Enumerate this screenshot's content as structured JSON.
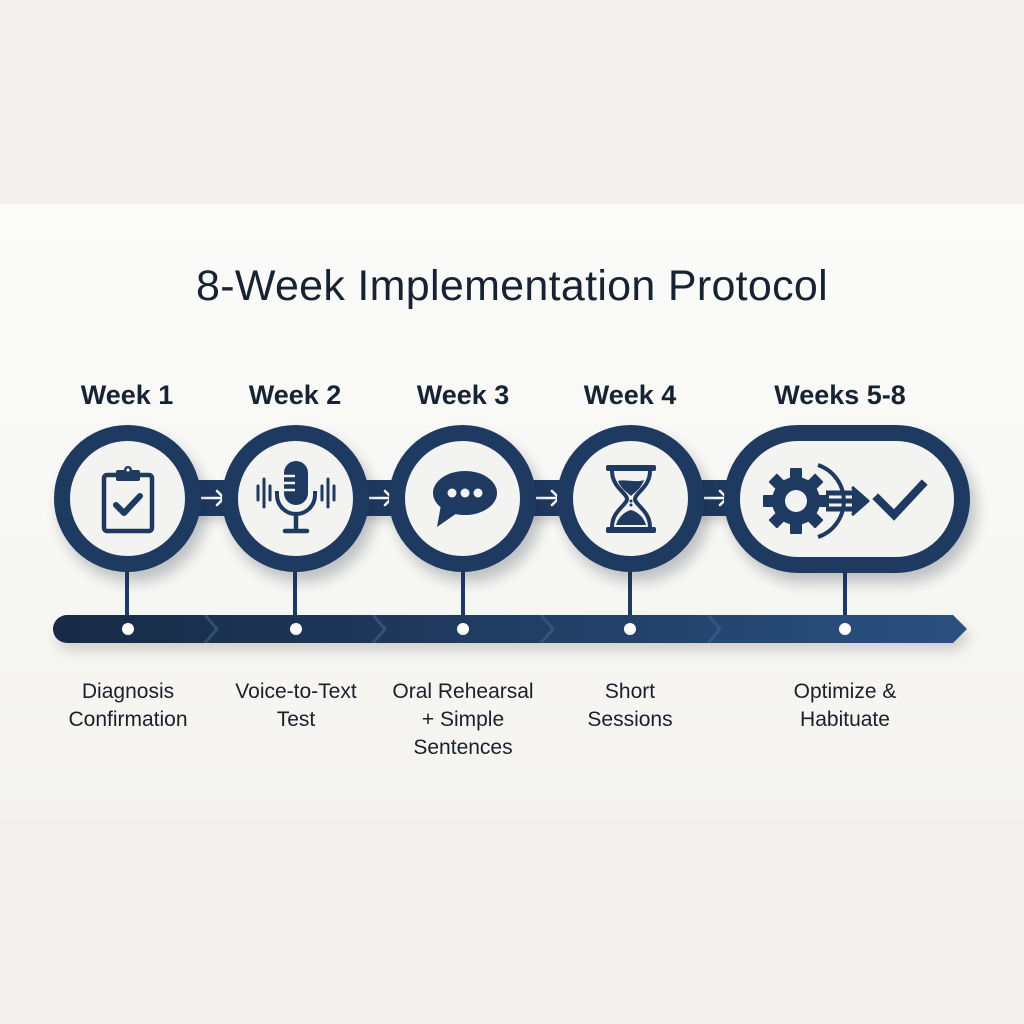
{
  "title": "8-Week Implementation Protocol",
  "colors": {
    "navy": "#1f3a60",
    "navy_dark": "#172a45",
    "inner": "#f3f3f1",
    "background": "#f1f0ec",
    "text": "#172232"
  },
  "stages": [
    {
      "label": "Week 1",
      "icon": "clipboard-check-icon",
      "description": "Diagnosis\nConfirmation"
    },
    {
      "label": "Week 2",
      "icon": "microphone-soundwave-icon",
      "description": "Voice-to-Text\nTest"
    },
    {
      "label": "Week 3",
      "icon": "speech-bubble-icon",
      "description": "Oral Rehearsal\n+ Simple\nSentences"
    },
    {
      "label": "Week 4",
      "icon": "hourglass-icon",
      "description": "Short\nSessions"
    },
    {
      "label": "Weeks 5-8",
      "icon": "gear-arrow-check-icon",
      "description": "Optimize &\nHabituate"
    }
  ]
}
